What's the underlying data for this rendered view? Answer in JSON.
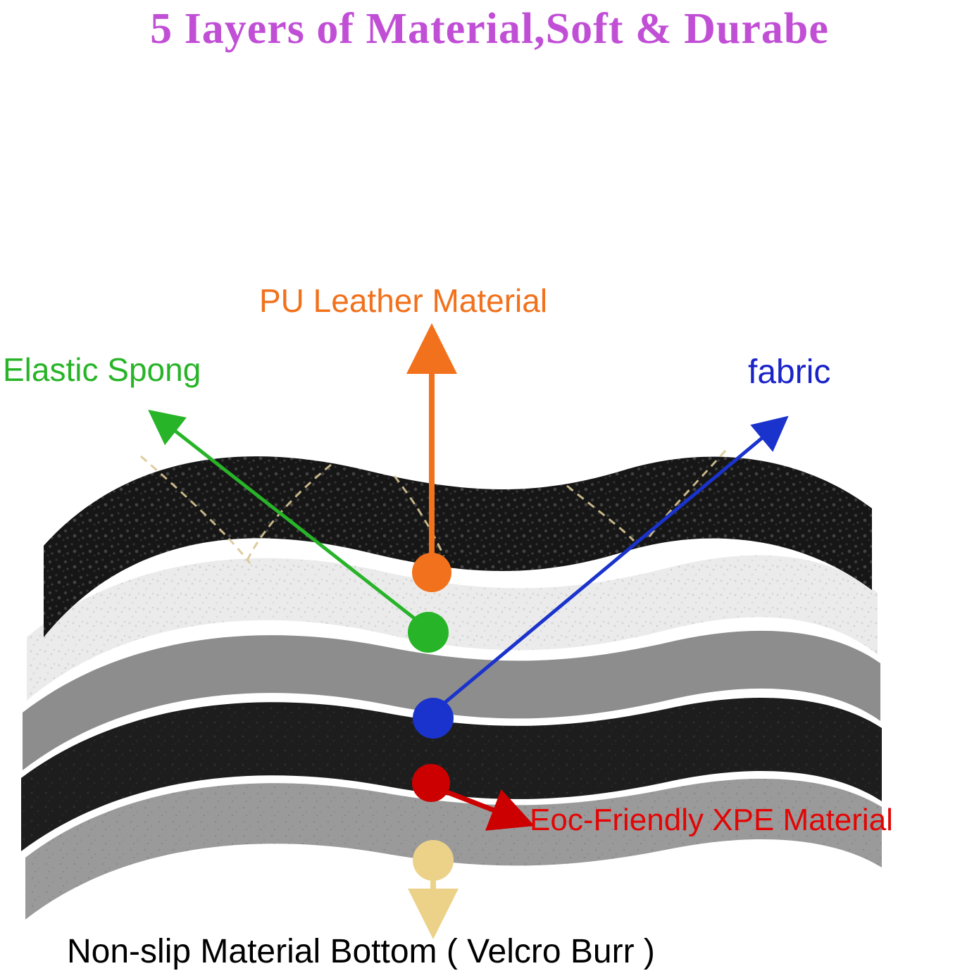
{
  "title": "5 Iayers of Material,Soft & Durabe",
  "labels": {
    "pu_leather": "PU Leather Material",
    "elastic_sponge": "Elastic Spong",
    "fabric": "fabric",
    "xpe": "Eoc-Friendly XPE Material",
    "bottom": "Non-slip Material Bottom ( Velcro Burr )"
  },
  "colors": {
    "title": "#c14fd6",
    "pu_leather": "#f2711c",
    "elastic_sponge": "#28b428",
    "fabric": "#1a23c8",
    "xpe": "#cc0000",
    "bottom_text": "#000000",
    "dot_pu": "#f2711c",
    "dot_sponge": "#28b428",
    "dot_fabric": "#1a33cc",
    "dot_xpe": "#cc0000",
    "dot_nonslip": "#ecd289"
  },
  "layers": [
    {
      "name": "PU Leather Material",
      "color": "#161616"
    },
    {
      "name": "Elastic Sponge",
      "color": "#ebebeb"
    },
    {
      "name": "Fabric",
      "color": "#8d8d8d"
    },
    {
      "name": "Eoc-Friendly XPE Material",
      "color": "#1d1d1d"
    },
    {
      "name": "Non-slip Material Bottom",
      "color": "#999999"
    }
  ]
}
